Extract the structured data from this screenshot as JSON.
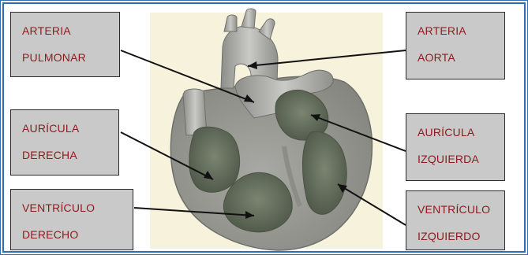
{
  "labels": {
    "arteria_pulmonar": {
      "line1": "ARTERIA",
      "line2": "PULMONAR"
    },
    "arteria_aorta": {
      "line1": "ARTERIA",
      "line2": "AORTA"
    },
    "auricula_derecha": {
      "line1": "AURÍCULA",
      "line2": "DERECHA"
    },
    "auricula_izquierda": {
      "line1": "AURÍCULA",
      "line2": "IZQUIERDA"
    },
    "ventriculo_derecho": {
      "line1": "VENTRÍCULO",
      "line2": "DERECHO"
    },
    "ventriculo_izquierdo": {
      "line1": "VENTRÍCULO",
      "line2": "IZQUIERDO"
    }
  },
  "colors": {
    "frame": "#2f6fb8",
    "label_box": "#c9c9c9",
    "label_text": "#8b1c1c",
    "heart_outer": "#9a9b96",
    "heart_chamber": "#5d6656",
    "arrows": "#111111"
  }
}
